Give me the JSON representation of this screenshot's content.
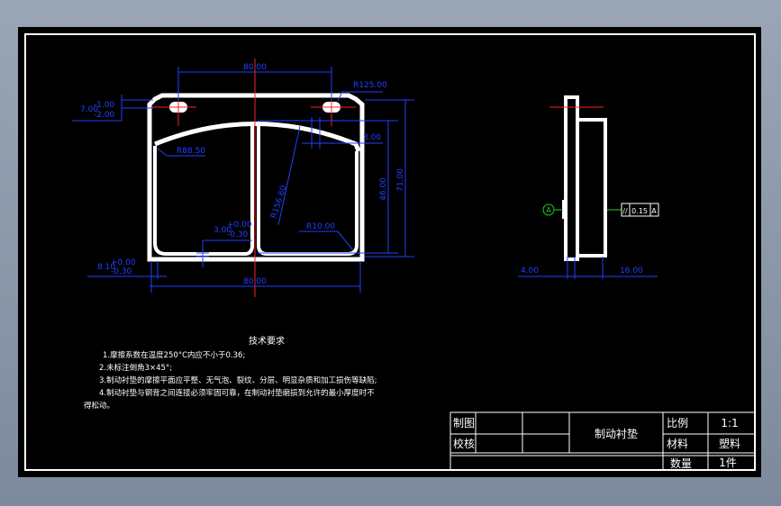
{
  "colors": {
    "background": "#000000",
    "outline": "#ffffff",
    "dimension": "#2040ff",
    "centerline": "#ff2020",
    "datum": "#22cc22"
  },
  "front_view": {
    "dims": {
      "top_width": "80.00",
      "hole_radius": "R125.00",
      "left_offset": "7.00",
      "left_tol_upper": "-1.00",
      "left_tol_lower": "-2.00",
      "arc_radius_left": "R88.50",
      "gap": "3.00",
      "height_inner": "46.00",
      "height_total": "71.00",
      "arc_radius_main": "R156.60",
      "corner_radius": "R10.00",
      "slot_width": "3.00",
      "slot_tol_upper": "+0.00",
      "slot_tol_lower": "-0.30",
      "edge_thickness": "8.10",
      "edge_tol_upper": "+0.00",
      "edge_tol_lower": "-0.30",
      "bottom_width": "80.00"
    }
  },
  "side_view": {
    "datum_label": "A",
    "tolerance_symbol": "//",
    "tolerance_value": "0.15",
    "tolerance_datum": "A",
    "dim_left": "4.00",
    "dim_right": "16.00"
  },
  "notes": {
    "title": "技术要求",
    "items": [
      "1.摩擦系数在温度250°C内应不小于0.36;",
      "2.未标注倒角3×45°;",
      "3.制动衬垫的摩擦平面应平整、无气泡、裂纹、分层、明显杂质和加工损伤等缺陷;",
      "4.制动衬垫与钢背之间连接必须牢固可靠，在制动衬垫磨损到允许的最小厚度时不",
      "得松动。"
    ]
  },
  "title_block": {
    "drawn_label": "制图",
    "checked_label": "校核",
    "part_name": "制动衬垫",
    "scale_label": "比例",
    "scale_value": "1:1",
    "material_label": "材料",
    "material_value": "塑料",
    "quantity_label": "数量",
    "quantity_value": "1件"
  }
}
